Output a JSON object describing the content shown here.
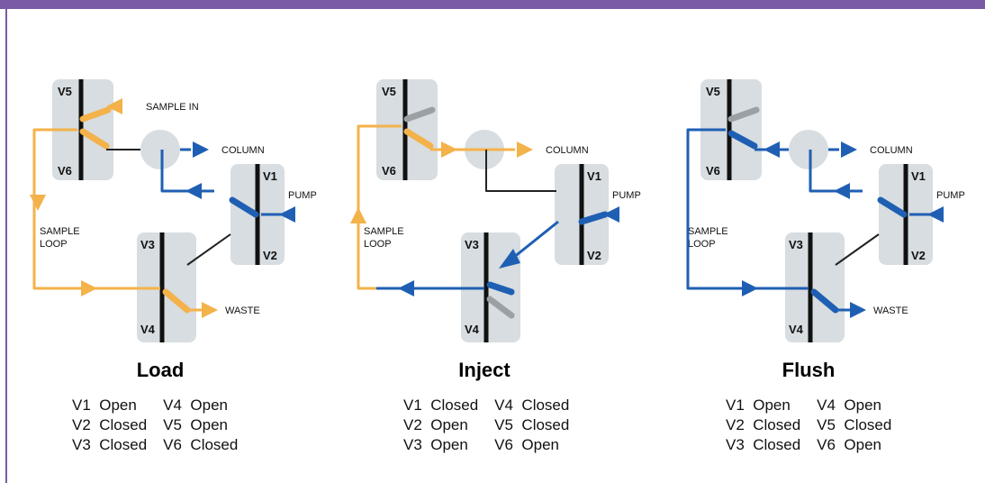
{
  "colors": {
    "frame": "#7a5aa6",
    "valve_block": "#d7dde0",
    "valve_bar": "#111111",
    "sample": "#f4b24a",
    "mobile": "#1f5fb3",
    "stem": "#9aa0a4",
    "line": "#222222"
  },
  "labels": {
    "sample_in": "SAMPLE IN",
    "column": "COLUMN",
    "pump": "PUMP",
    "waste": "WASTE",
    "sample_loop_1": "SAMPLE",
    "sample_loop_2": "LOOP",
    "v1": "V1",
    "v2": "V2",
    "v3": "V3",
    "v4": "V4",
    "v5": "V5",
    "v6": "V6"
  },
  "modes": [
    {
      "title": "Load",
      "states": [
        {
          "valve": "V1",
          "state": "Open"
        },
        {
          "valve": "V4",
          "state": "Open"
        },
        {
          "valve": "V2",
          "state": "Closed"
        },
        {
          "valve": "V5",
          "state": "Open"
        },
        {
          "valve": "V3",
          "state": "Closed"
        },
        {
          "valve": "V6",
          "state": "Closed"
        }
      ]
    },
    {
      "title": "Inject",
      "states": [
        {
          "valve": "V1",
          "state": "Closed"
        },
        {
          "valve": "V4",
          "state": "Closed"
        },
        {
          "valve": "V2",
          "state": "Open"
        },
        {
          "valve": "V5",
          "state": "Closed"
        },
        {
          "valve": "V3",
          "state": "Open"
        },
        {
          "valve": "V6",
          "state": "Open"
        }
      ]
    },
    {
      "title": "Flush",
      "states": [
        {
          "valve": "V1",
          "state": "Open"
        },
        {
          "valve": "V4",
          "state": "Open"
        },
        {
          "valve": "V2",
          "state": "Closed"
        },
        {
          "valve": "V5",
          "state": "Closed"
        },
        {
          "valve": "V3",
          "state": "Closed"
        },
        {
          "valve": "V6",
          "state": "Open"
        }
      ]
    }
  ]
}
